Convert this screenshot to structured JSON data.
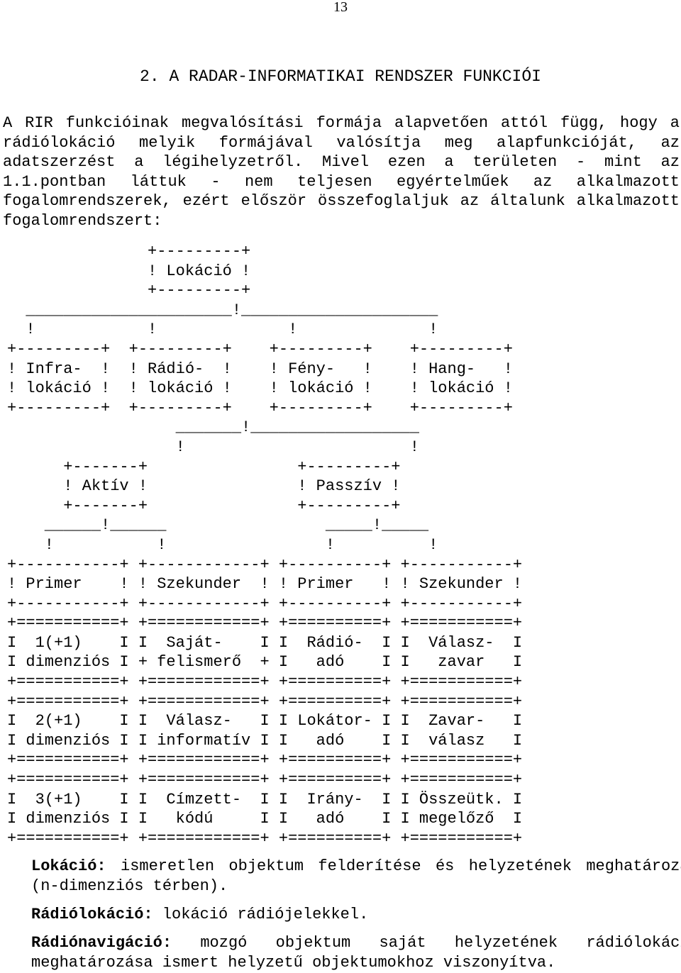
{
  "page_number": "13",
  "heading": "2. A RADAR-INFORMATIKAI RENDSZER FUNKCIÓI",
  "intro": "A RIR funkcióinak megvalósítási formája alapvetően attól függ, hogy a rádiólokáció melyik formájával valósítja meg alapfunkcióját, az adatszerzést a légihelyzetről. Mivel ezen a területen - mint az 1.1.pontban láttuk - nem teljesen egyértelműek az alkalmazott fogalomrendszerek, ezért először összefoglaljuk az általunk alkalmazott fogalomrendszert:",
  "diagram": {
    "root": "Lokáció",
    "level1": [
      "Infra- lokáció",
      "Rádió- lokáció",
      "Fény- lokáció",
      "Hang- lokáció"
    ],
    "level2": [
      "Aktív",
      "Passzív"
    ],
    "level3": [
      "Primer",
      "Szekunder",
      "Primer",
      "Szekunder"
    ],
    "leaves": {
      "aktiv_primer": [
        "1(+1) dimenziós",
        "2(+1) dimenziós",
        "3(+1) dimenziós"
      ],
      "aktiv_szekunder": [
        "Saját- felismerő",
        "Válasz- informatív",
        "Címzett- kódú"
      ],
      "passziv_primer": [
        "Rádió- adó",
        "Lokátor- adó",
        "Irány- adó"
      ],
      "passziv_szekunder": [
        "Válasz- zavar",
        "Zavar- válasz",
        "Összeütk. megelőző"
      ]
    },
    "ascii": "               +---------+\n               ! Lokáció !\n               +---------+\n  ______________________!_____________________\n  !            !              !              !\n+---------+  +---------+    +---------+    +---------+\n! Infra-  !  ! Rádió-  !    ! Fény-   !    ! Hang-   !\n! lokáció !  ! lokáció !    ! lokáció !    ! lokáció !\n+---------+  +---------+    +---------+    +---------+\n                  _______!__________________\n                  !                        !\n      +-------+                +---------+\n      ! Aktív !                ! Passzív !\n      +-------+                +---------+\n    ______!______                 _____!_____\n    !           !                 !          !\n+-----------+ +------------+ +----------+ +-----------+\n! Primer    ! ! Szekunder  ! ! Primer   ! ! Szekunder !\n+-----------+ +------------+ +----------+ +-----------+\n+===========+ +============+ +==========+ +===========+\nI  1(+1)    I I  Saját-    I I  Rádió-  I I  Válasz-  I\nI dimenziós I + felismerő  + I   adó    I I   zavar   I\n+===========+ +============+ +==========+ +===========+\n+===========+ +============+ +==========+ +===========+\nI  2(+1)    I I  Válasz-   I I Lokátor- I I  Zavar-   I\nI dimenziós I I informatív I I   adó    I I  válasz   I\n+===========+ +============+ +==========+ +===========+\n+===========+ +============+ +==========+ +===========+\nI  3(+1)    I I  Címzett-  I I  Irány-  I I Összeütk. I\nI dimenziós I I   kódú     I I   adó    I I megelőző  I\n+===========+ +============+ +==========+ +===========+"
  },
  "definitions": [
    {
      "term": "Lokáció:",
      "text": " ismeretlen objektum felderítése és helyzetének meghatározása (n-dimenziós térben)."
    },
    {
      "term": "Rádiólokáció:",
      "text": " lokáció rádiójelekkel."
    },
    {
      "term": "Rádiónavigáció:",
      "text": " mozgó objektum saját helyzetének rádiólokációs meghatározása ismert helyzetű objektumokhoz viszonyítva."
    }
  ]
}
